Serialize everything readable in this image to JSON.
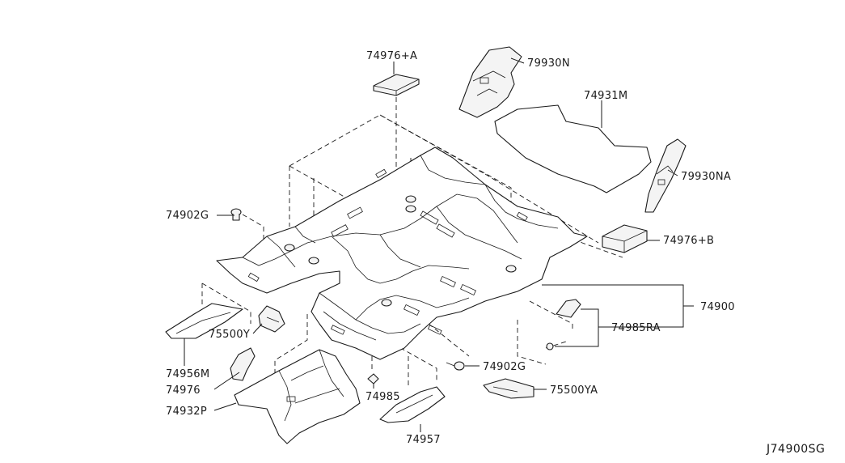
{
  "diagram_code": "J74900SG",
  "callouts": {
    "p74976A": "74976+A",
    "p79930N": "79930N",
    "p74931M": "74931M",
    "p79930NA": "79930NA",
    "p74902G_top": "74902G",
    "p74976B": "74976+B",
    "p74900": "74900",
    "p74985RA": "74985RA",
    "p75500Y": "75500Y",
    "p74956M": "74956M",
    "p74976": "74976",
    "p74932P": "74932P",
    "p74985": "74985",
    "p74902G_bottom": "74902G",
    "p75500YA": "75500YA",
    "p74957": "74957"
  }
}
